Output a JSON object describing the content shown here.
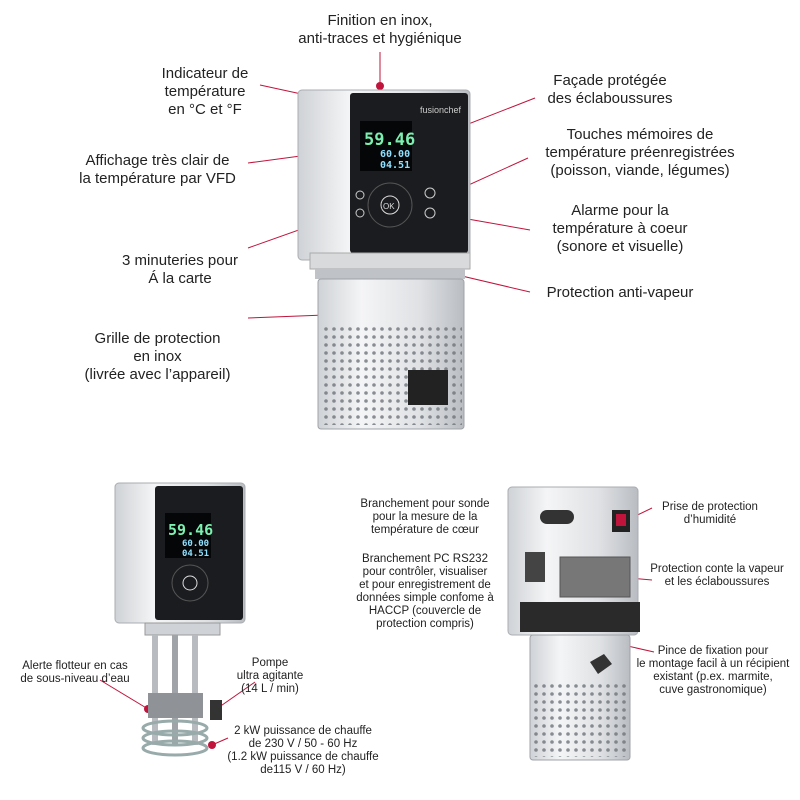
{
  "top": {
    "finition": "Finition en inox,\nanti-traces et hygiénique",
    "indicateur": "Indicateur de\ntempérature\nen °C et °F",
    "affichage": "Affichage très clair de\nla température par VFD",
    "minuteries": "3 minuteries pour\nÁ la carte",
    "grille": "Grille de protection\nen inox\n(livrée avec l’appareil)",
    "facade": "Façade protégée\ndes éclaboussures",
    "touches": "Touches mémoires de\ntempérature préenregistrées\n(poisson, viande, légumes)",
    "alarme": "Alarme pour la\ntempérature à coeur\n(sonore et visuelle)",
    "protection": "Protection anti-vapeur"
  },
  "bottom_left": {
    "alerte": "Alerte flotteur en cas\nde sous-niveau d’eau",
    "pompe": "Pompe\nultra agitante\n(14 L / min)",
    "puissance": "2 kW puissance de chauffe\nde 230 V / 50 - 60 Hz\n(1.2 kW puissance de chauffe\nde115 V / 60 Hz)"
  },
  "bottom_right": {
    "sonde": "Branchement pour sonde\npour la mesure de la\ntempérature de cœur",
    "pc": "Branchement PC RS232\npour contrôler, visualiser\net pour enregistrement de\ndonnées simple confome à\nHACCP (couvercle de\nprotection compris)",
    "prise": "Prise de protection\nd’humidité",
    "vapeur": "Protection conte la vapeur\net les éclaboussures",
    "pince": "Pince de fixation pour\nle montage facil à un récipient\nexistant (p.ex. marmite,\ncuve gastronomique)"
  },
  "device": {
    "brand": "fusionchef",
    "temp_main": "59.46",
    "temp_1": "60.00",
    "temp_2": "04.51",
    "ok": "OK"
  },
  "colors": {
    "accent": "#c0143c",
    "line": "#c0143c"
  }
}
